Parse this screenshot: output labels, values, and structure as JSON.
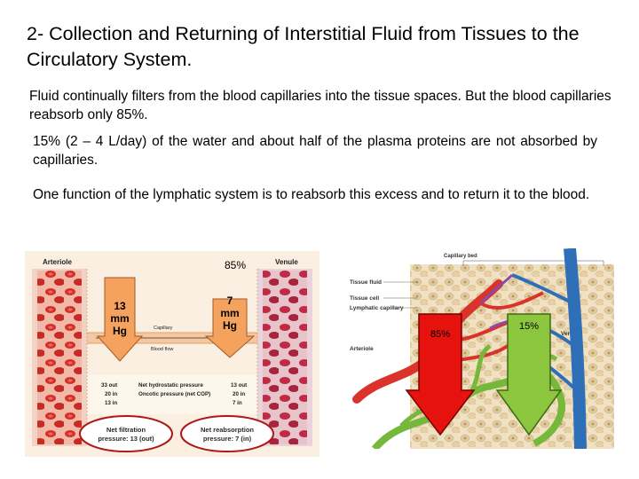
{
  "slide": {
    "title": "2- Collection and Returning of Interstitial Fluid from Tissues to the Circulatory System.",
    "paragraph1": "Fluid continually filters from the blood capillaries into the tissue spaces. But the blood capillaries reabsorb only 85%.",
    "paragraph2": "15% (2 – 4 L/day) of the water and about half of the plasma proteins are not absorbed by capillaries.",
    "paragraph3": "One function of the lymphatic system is to reabsorb this excess and to return it to the blood."
  },
  "left_figure": {
    "arteriole_label": "Arteriole",
    "venule_label": "Venule",
    "capillary_label": "Capillary",
    "blood_flow_label": "Blood flow",
    "overlay_top_label": "85%",
    "arrow_left": {
      "line1": "13",
      "line2": "mm",
      "line3": "Hg"
    },
    "arrow_right": {
      "line1": "7",
      "line2": "mm",
      "line3": "Hg"
    },
    "pressure_table": {
      "left_col": [
        "33 out",
        "20 in",
        "13 in"
      ],
      "middle_col": [
        "Net hydrostatic pressure",
        "Oncotic pressure (net COP)"
      ],
      "right_col": [
        "13 out",
        "20 in",
        "7 in"
      ]
    },
    "net_filtration": {
      "line1": "Net filtration",
      "line2": "pressure: 13 (out)"
    },
    "net_reabsorption": {
      "line1": "Net reabsorption",
      "line2": "pressure: 7 (in)"
    }
  },
  "right_figure": {
    "capillary_bed_label": "Capillary bed",
    "tissue_fluid_label": "Tissue fluid",
    "tissue_cell_label": "Tissue cell",
    "lymphatic_capillary_label": "Lymphatic capillary",
    "arteriole_label": "Arteriole",
    "venule_label": "Venule",
    "red_arrow_label": "85%",
    "green_arrow_label": "15%"
  },
  "colors": {
    "red_arrow": "#e5120e",
    "green_arrow": "#8cc63f",
    "orange_arrow": "#f4a25e",
    "ellipse_outline": "#b01818",
    "artery_red": "#d9332b",
    "vein_blue": "#2e6fb8",
    "lymph_green": "#76b83a",
    "tissue_beige": "#e9d8b4"
  }
}
